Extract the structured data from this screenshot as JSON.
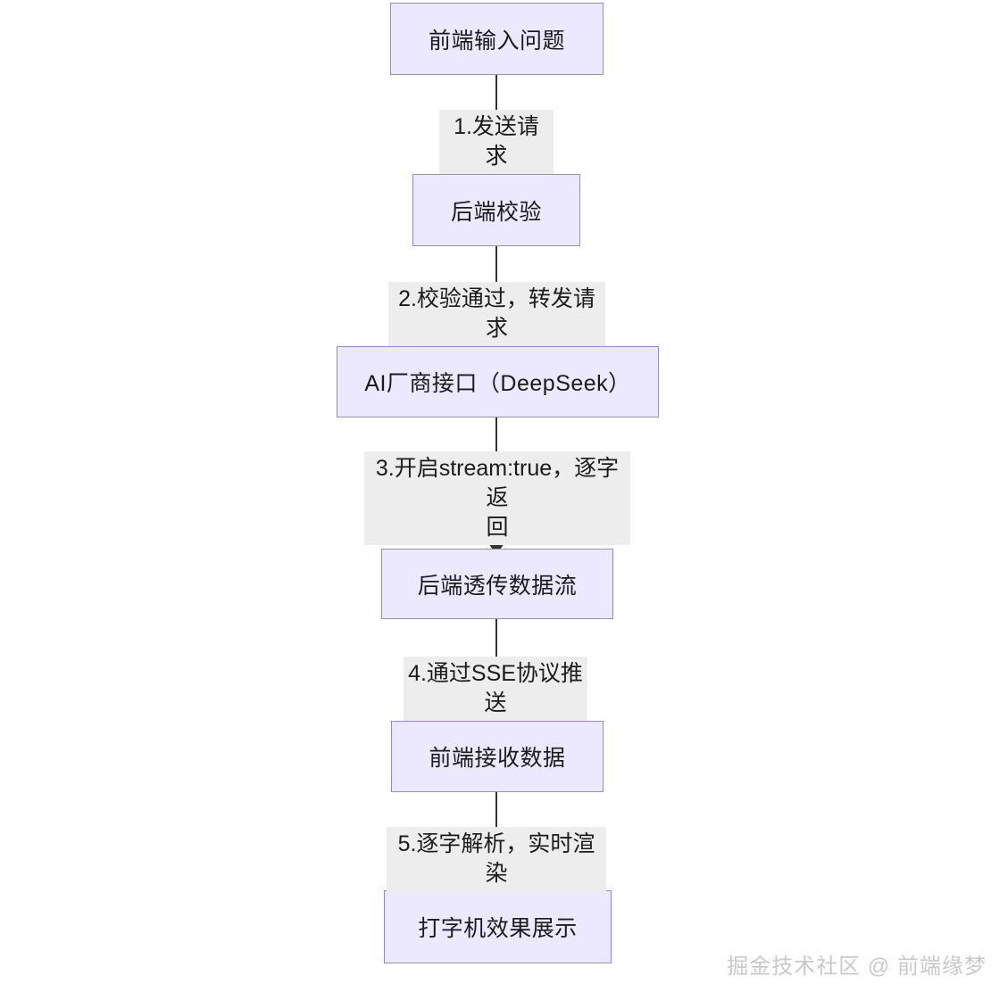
{
  "diagram": {
    "type": "flowchart",
    "direction": "top-to-bottom",
    "background_color": "#ffffff",
    "node_fill_color": "#ECE8FD",
    "node_border_color": "#9A86DE",
    "edge_color": "#333333",
    "label_background_color": "#EDEDED",
    "nodes": [
      {
        "id": "n1",
        "label": "前端输入问题"
      },
      {
        "id": "n2",
        "label": "后端校验"
      },
      {
        "id": "n3",
        "label": "AI厂商接口（DeepSeek）"
      },
      {
        "id": "n4",
        "label": "后端透传数据流"
      },
      {
        "id": "n5",
        "label": "前端接收数据"
      },
      {
        "id": "n6",
        "label": "打字机效果展示"
      }
    ],
    "edges": [
      {
        "id": "e1",
        "from": "n1",
        "to": "n2",
        "label": "1.发送请求"
      },
      {
        "id": "e2",
        "from": "n2",
        "to": "n3",
        "label": "2.校验通过，转发请求"
      },
      {
        "id": "e3",
        "from": "n3",
        "to": "n4",
        "label": "3.开启stream:true，逐字返\n回"
      },
      {
        "id": "e4",
        "from": "n4",
        "to": "n5",
        "label": "4.通过SSE协议推送"
      },
      {
        "id": "e5",
        "from": "n5",
        "to": "n6",
        "label": "5.逐字解析，实时渲染"
      }
    ]
  },
  "watermark": {
    "text": "掘金技术社区 @ 前端缘梦"
  }
}
